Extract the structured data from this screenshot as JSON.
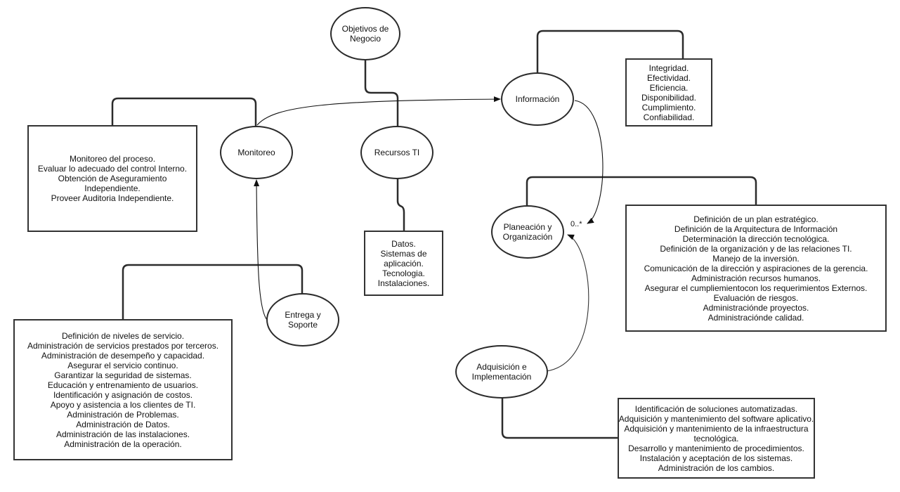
{
  "diagram": {
    "nodes": {
      "objetivos": {
        "lines": [
          "Objetivos de",
          "Negocio"
        ]
      },
      "informacion": {
        "lines": [
          "Información"
        ]
      },
      "monitoreo": {
        "lines": [
          "Monitoreo"
        ]
      },
      "recursos": {
        "lines": [
          "Recursos TI"
        ]
      },
      "planeacion": {
        "lines": [
          "Planeación y",
          "Organización"
        ]
      },
      "entrega": {
        "lines": [
          "Entrega y",
          "Soporte"
        ]
      },
      "adquisicion": {
        "lines": [
          "Adquisición e",
          "Implementación"
        ]
      }
    },
    "boxes": {
      "info_criteria": {
        "lines": [
          "Integridad.",
          "Efectividad.",
          "Eficiencia.",
          "Disponibilidad.",
          "Cumplimiento.",
          "Confiabilidad."
        ]
      },
      "monitoreo_processes": {
        "lines": [
          "Monitoreo del proceso.",
          "Evaluar lo adecuado del control Interno.",
          "Obtención de Aseguramiento",
          "Independiente.",
          "Proveer Auditoria Independiente."
        ]
      },
      "recursos_list": {
        "lines": [
          "Datos.",
          "Sistemas de",
          "aplicación.",
          "Tecnologia.",
          "Instalaciones."
        ]
      },
      "planeacion_processes": {
        "lines": [
          "Definición de un plan estratégico.",
          "Definición de la Arquitectura de Información",
          "Determinación la dirección tecnológica.",
          "Definición de la organización y de las relaciones TI.",
          "Manejo de la inversión.",
          "Comunicación de la dirección y aspiraciones de la gerencia.",
          "Administración recursos humanos.",
          "Asegurar el cumpliemientocon los requerimientos Externos.",
          "Evaluación de riesgos.",
          "Administraciónde proyectos.",
          "Administraciónde calidad."
        ]
      },
      "entrega_processes": {
        "lines": [
          "Definición de niveles de servicio.",
          "Administración de servicios prestados por terceros.",
          "Administración de desempeño y capacidad.",
          "Asegurar el servicio continuo.",
          "Garantizar la seguridad de sistemas.",
          "Educación y entrenamiento de usuarios.",
          "Identificación y asignación de costos.",
          "Apoyo y asistencia a los clientes de TI.",
          "Administración de Problemas.",
          "Administración de Datos.",
          "Administración de las instalaciones.",
          "Administración de la operación."
        ]
      },
      "adquisicion_processes": {
        "lines": [
          "Identificación de soluciones automatizadas.",
          "Adquisición y mantenimiento del software aplicativo.",
          "Adquisición y mantenimiento de la infraestructura",
          "tecnológica.",
          "Desarrollo y mantenimiento de procedimientos.",
          "Instalación y aceptación de los sistemas.",
          "Administración de los cambios."
        ]
      }
    },
    "multiplicity_label": "0..*",
    "colors": {
      "stroke": "#2b2b2b",
      "background": "#ffffff",
      "text": "#111111"
    }
  }
}
